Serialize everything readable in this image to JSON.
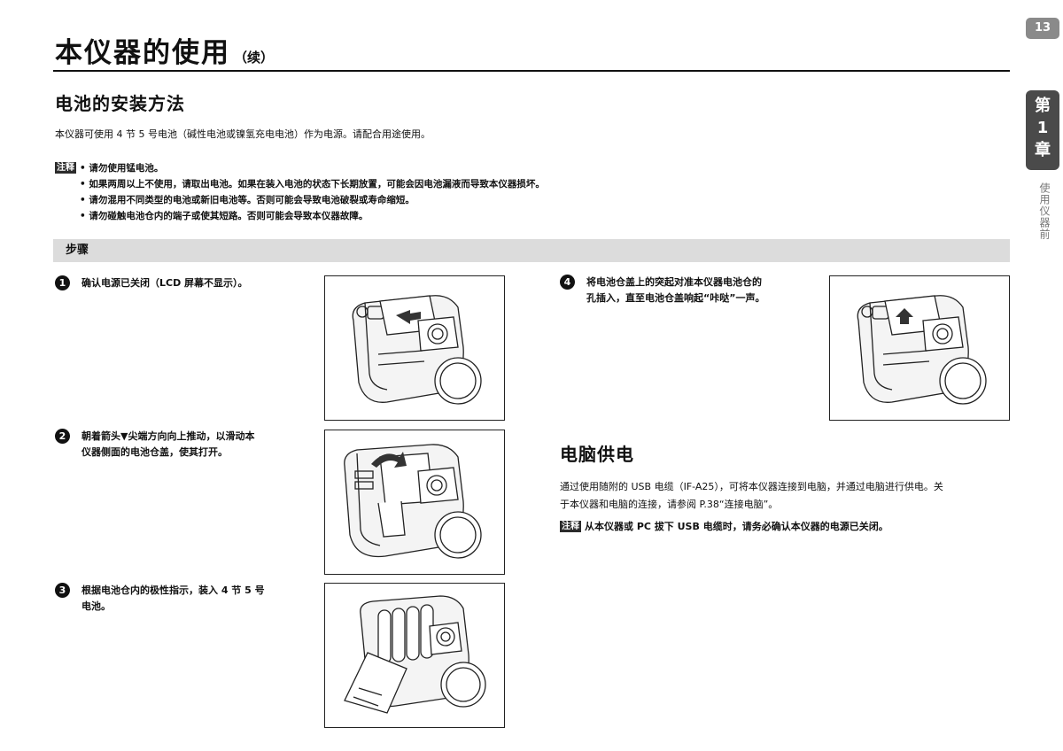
{
  "header": {
    "title": "本仪器的使用",
    "title_suffix": "（续）",
    "page_number": "13"
  },
  "side_nav": {
    "chapter_lines": [
      "第",
      "1",
      "章"
    ],
    "section_label": "使用仪器前"
  },
  "battery_section": {
    "heading": "电池的安装方法",
    "intro": "本仪器可使用 4 节 5 号电池（碱性电池或镍氢充电电池）作为电源。请配合用途使用。",
    "note_tag": "注释",
    "notes": [
      "• 请勿使用锰电池。",
      "• 如果两周以上不使用，请取出电池。如果在装入电池的状态下长期放置，可能会因电池漏液而导致本仪器损坏。",
      "• 请勿混用不同类型的电池或新旧电池等。否则可能会导致电池破裂或寿命缩短。",
      "• 请勿碰触电池仓内的端子或使其短路。否则可能会导致本仪器故障。"
    ]
  },
  "steps": {
    "heading": "步骤",
    "items": [
      {
        "num": "1",
        "lines": [
          "确认电源已关闭（LCD 屏幕不显示）。"
        ]
      },
      {
        "num": "2",
        "lines": [
          "朝着箭头▼尖端方向向上推动，以滑动本",
          "仪器侧面的电池仓盖，使其打开。"
        ]
      },
      {
        "num": "3",
        "lines": [
          "根据电池仓内的极性指示，装入 4 节 5 号",
          "电池。"
        ]
      },
      {
        "num": "4",
        "lines": [
          "将电池仓盖上的突起对准本仪器电池仓的",
          "孔插入，直至电池仓盖响起“咔哒”一声。"
        ]
      }
    ]
  },
  "pc_section": {
    "heading": "电脑供电",
    "body_lines": [
      "通过使用随附的 USB 电缆（IF-A25），可将本仪器连接到电脑，并通过电脑进行供电。关",
      "于本仪器和电脑的连接，请参阅 P.38“连接电脑”。"
    ],
    "note_tag": "注释",
    "note": "从本仪器或 PC 拔下 USB 电缆时，请务必确认本仪器的电源已关闭。"
  },
  "colors": {
    "text": "#111111",
    "steps_bar": "#dcdcdc",
    "chapter_tab": "#4a4a4a",
    "page_tab": "#8a8a8a"
  }
}
